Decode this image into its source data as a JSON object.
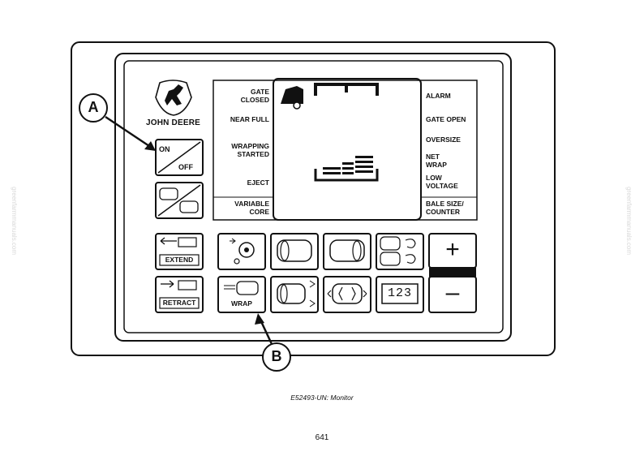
{
  "brand": {
    "name": "JOHN DEERE"
  },
  "left_labels": [
    "GATE\nCLOSED",
    "NEAR FULL",
    "WRAPPING\nSTARTED",
    "EJECT",
    "VARIABLE\nCORE"
  ],
  "right_labels": [
    "ALARM",
    "GATE OPEN",
    "OVERSIZE",
    "NET\nWRAP",
    "LOW\nVOLTAGE",
    "BALE SIZE/\nCOUNTER"
  ],
  "buttons": {
    "on_label": "ON",
    "off_label": "OFF",
    "extend_label": "EXTEND",
    "retract_label": "RETRACT",
    "wrap_label": "WRAP",
    "plus_label": "+",
    "minus_label": "–",
    "counter_digits": "123"
  },
  "callouts": {
    "a": "A",
    "b": "B"
  },
  "caption": "E52493-UN: Monitor",
  "page_number": "641",
  "watermark": "greenfarmmanuals.com",
  "colors": {
    "line": "#111111",
    "background": "#ffffff"
  }
}
